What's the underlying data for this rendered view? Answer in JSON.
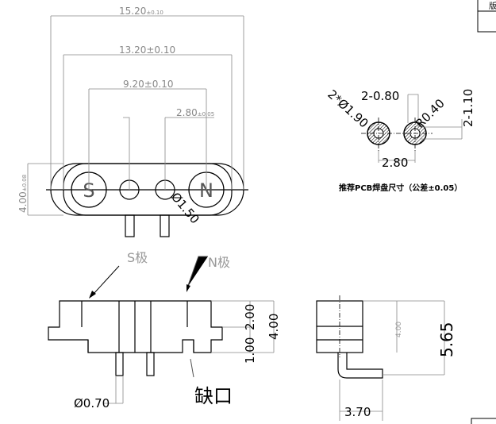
{
  "top_view": {
    "dim_overall": "15.20",
    "dim_overall_tol": "±0.10",
    "dim_13": "13.20±0.10",
    "dim_9": "9.20±0.10",
    "dim_pitch": "2.80",
    "dim_pitch_tol": "±0.05",
    "dim_height": "4.00",
    "dim_height_tol": "±0.08",
    "dim_dia": "Ø1.50",
    "pole_s": "S",
    "pole_n": "N"
  },
  "pcb": {
    "hole_dia": "2*Ø1.90",
    "slot_w": "2-0.80",
    "radius": "R0.40",
    "slot_h": "2-1.10",
    "pitch": "2.80",
    "caption": "推荐PCB焊盘尺寸（公差±0.05）"
  },
  "front_view": {
    "s_label": "S极",
    "n_label": "N极",
    "dim_a": "2.00",
    "dim_b": "4.00",
    "dim_c": "1.00",
    "pin_dia": "Ø0.70",
    "notch": "缺口"
  },
  "side_view": {
    "dim_body": "4.00",
    "dim_total": "5.65",
    "dim_depth": "3.70"
  },
  "title_block": {
    "cell": "版"
  }
}
